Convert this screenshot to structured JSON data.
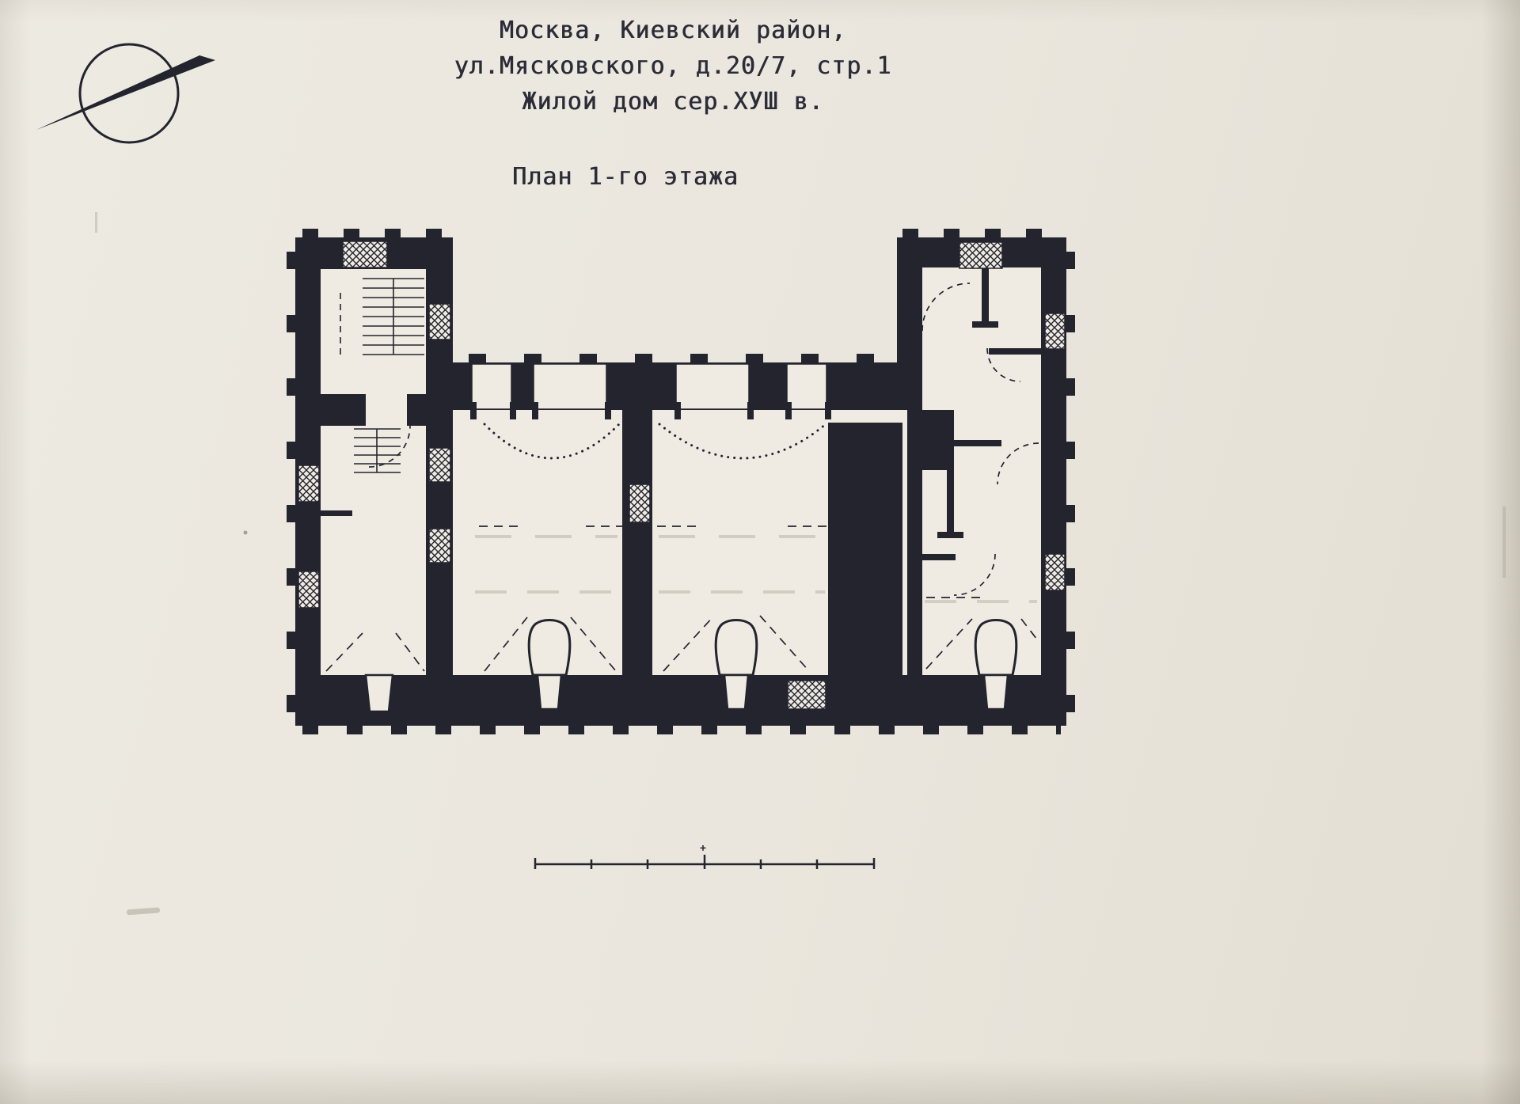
{
  "document": {
    "title_lines": [
      "Москва, Киевский район,",
      "ул.Мясковского, д.20/7, стр.1",
      "Жилой дом сер.ХУШ в."
    ],
    "subtitle": "План 1-го этажа"
  },
  "colors": {
    "paper": "#eae6dd",
    "ink": "#24242f"
  },
  "icons": {
    "logo": "compass-circle-logo"
  },
  "plan": {
    "name": "first-floor-plan"
  },
  "scale_bar": {
    "divisions": 6
  }
}
